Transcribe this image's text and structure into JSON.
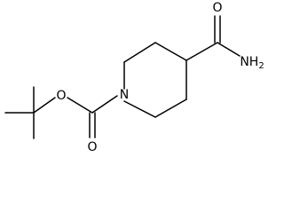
{
  "molecule": {
    "atoms": {
      "carbonyl_oxygen_amide": "O",
      "amide_nitrogen": "NH2",
      "ring_nitrogen": "N",
      "carbamate_oxygen_ether": "O",
      "carbamate_oxygen_carbonyl": "O"
    }
  },
  "style": {
    "bond_color": "#000000",
    "background": "#ffffff"
  }
}
